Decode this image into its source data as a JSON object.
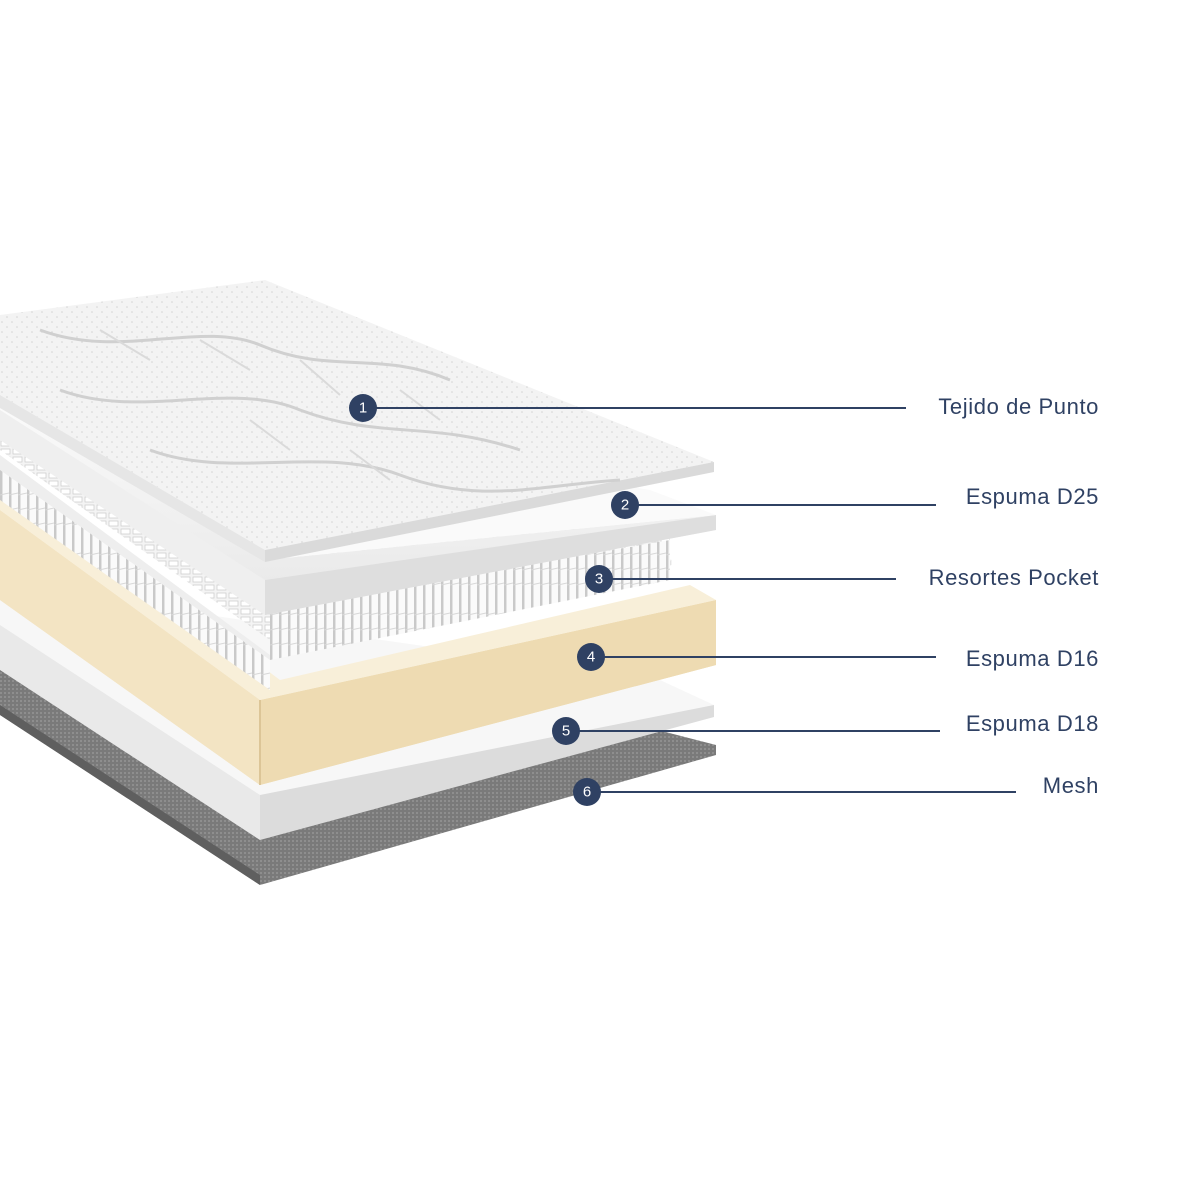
{
  "colors": {
    "accent": "#2f4163",
    "fabric": "#f2f2f2",
    "foam_white": "#f6f6f6",
    "foam_beige": "#f3e6c9",
    "mesh_gray": "#777777"
  },
  "layers": [
    {
      "number": "1",
      "label": "Tejido de Punto"
    },
    {
      "number": "2",
      "label": "Espuma D25"
    },
    {
      "number": "3",
      "label": "Resortes Pocket"
    },
    {
      "number": "4",
      "label": "Espuma D16"
    },
    {
      "number": "5",
      "label": "Espuma D18"
    },
    {
      "number": "6",
      "label": "Mesh"
    }
  ]
}
